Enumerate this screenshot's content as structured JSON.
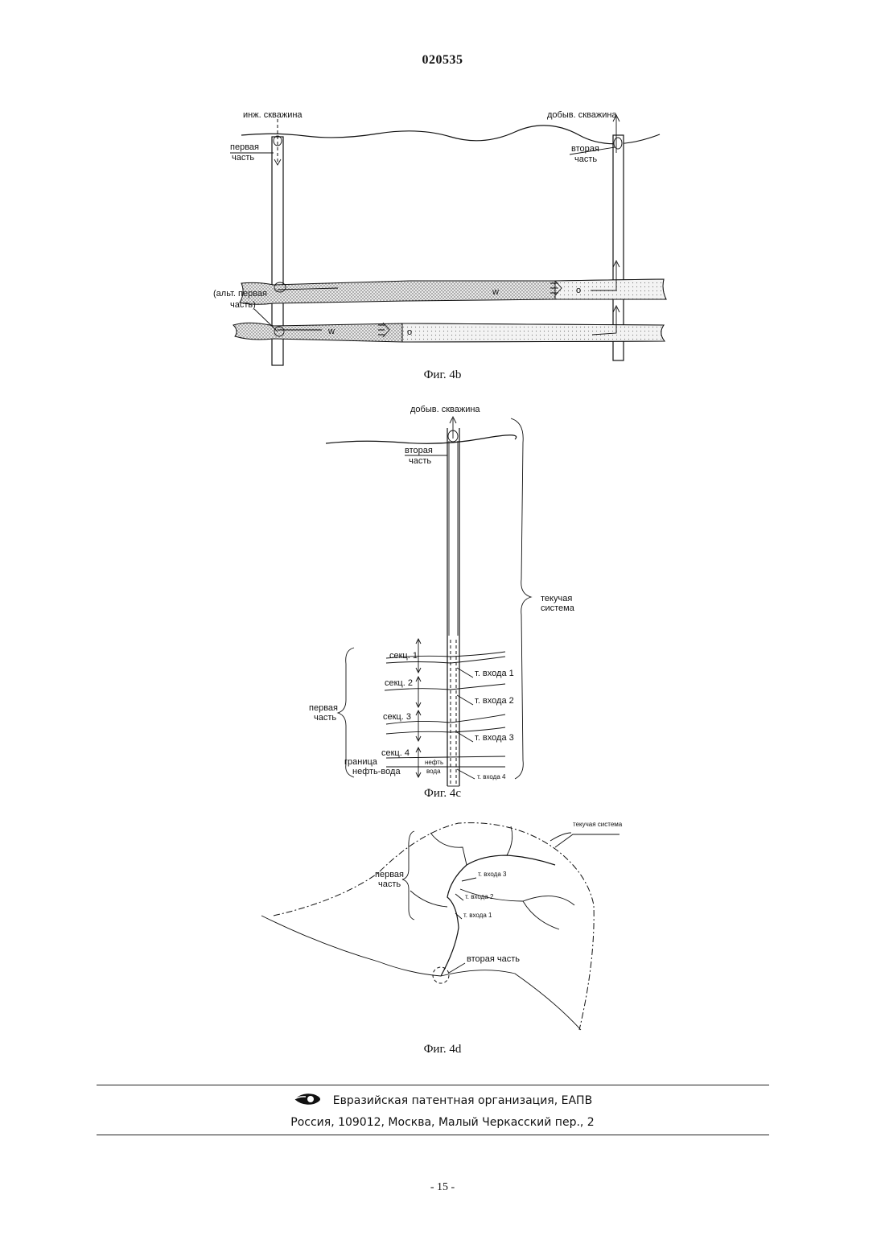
{
  "header": {
    "doc_number": "020535"
  },
  "fig4b": {
    "caption": "Фиг. 4b",
    "injection_well": "инж. скважина",
    "production_well": "добыв. скважина",
    "first_part_1": "первая",
    "first_part_2": "часть",
    "second_part_1": "вторая",
    "second_part_2": "часть",
    "alt_first_1": "(альт. первая",
    "alt_first_2": "часть)",
    "w_label": "w",
    "o_label": "o"
  },
  "fig4c": {
    "caption": "Фиг. 4c",
    "production_well": "добыв. скважина",
    "second_part_1": "вторая",
    "second_part_2": "часть",
    "flow_system_1": "текучая",
    "flow_system_2": "система",
    "first_part_1": "первая",
    "first_part_2": "часть",
    "sec1": "секц. 1",
    "sec2": "секц. 2",
    "sec3": "секц. 3",
    "sec4": "секц. 4",
    "inlet1": "т. входа 1",
    "inlet2": "т. входа 2",
    "inlet3": "т. входа 3",
    "inlet4": "т. входа 4",
    "boundary_1": "граница",
    "boundary_2": "нефть-вода",
    "oil": "нефть",
    "water": "вода"
  },
  "fig4d": {
    "caption": "Фиг. 4d",
    "flow_system": "текучая система",
    "first_part_1": "первая",
    "first_part_2": "часть",
    "inlet1": "т. входа 1",
    "inlet2": "т. входа 2",
    "inlet3": "т. входа 3",
    "second_part": "вторая часть"
  },
  "footer": {
    "organization": "Евразийская патентная организация, ЕАПВ",
    "address": "Россия, 109012, Москва, Малый Черкасский пер., 2"
  },
  "page_number": "- 15 -"
}
